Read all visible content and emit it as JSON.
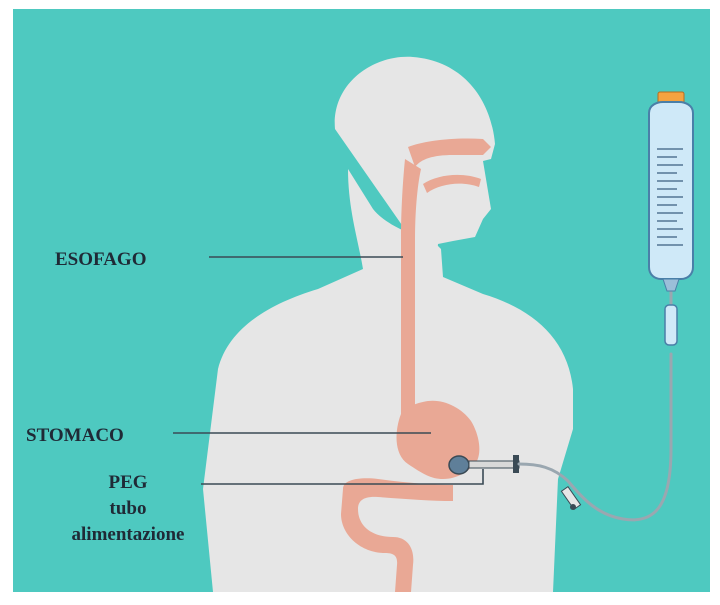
{
  "labels": {
    "esofago": "ESOFAGO",
    "stomaco": "STOMACO",
    "peg_line1": "PEG",
    "peg_line2": "tubo",
    "peg_line3": "alimentazione"
  },
  "colors": {
    "background": "#4ec9c0",
    "body": "#e6e6e6",
    "organ": "#e9a895",
    "bottle": "#cfe9f8",
    "bottle_outline": "#4a7fa8",
    "cap": "#f4a340",
    "tube": "#9aa7b0",
    "leader_line": "#3a4a55",
    "text": "#1f2a36"
  }
}
